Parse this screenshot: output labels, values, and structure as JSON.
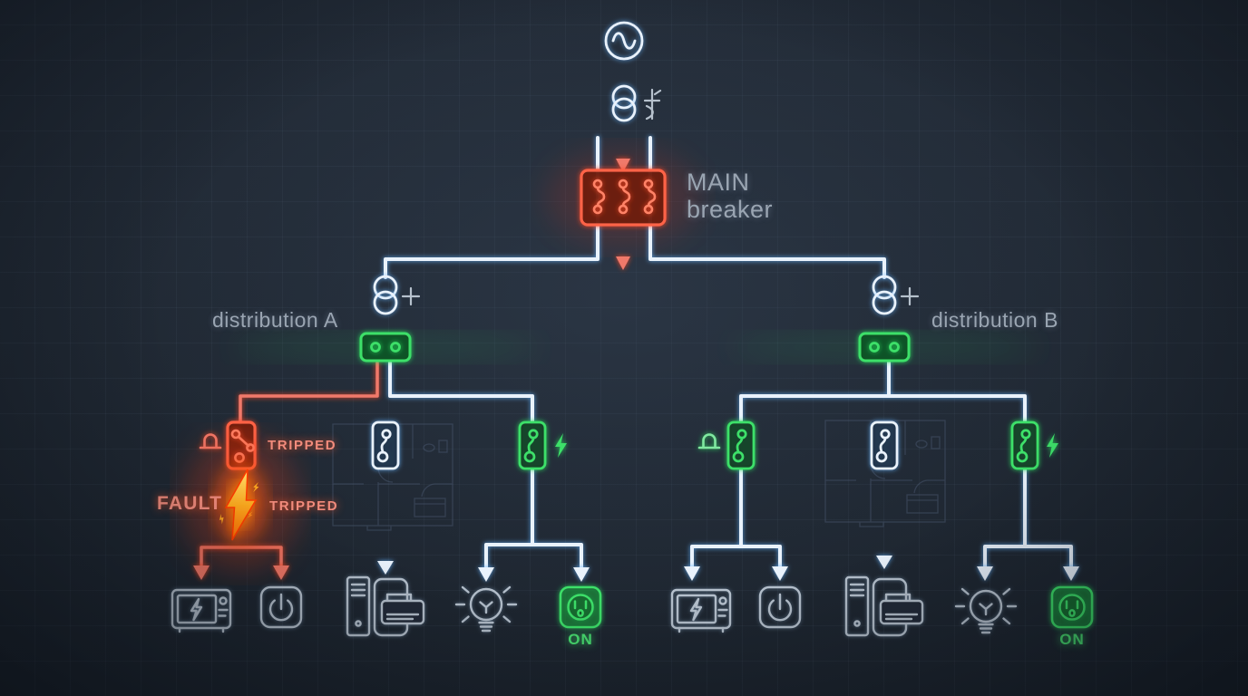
{
  "title": "electrical one-line diagram with fault on distribution A",
  "colors": {
    "background": "#222b37",
    "wire": "#e9f2fc",
    "wire_glow": "#66b5ff",
    "alert_red": "#f0796a",
    "breaker_red": "#ff6347",
    "green": "#3ce069",
    "label_gray": "#9aa5b2",
    "fault_orange": "#ff7a00",
    "fault_yellow": "#ffd84d",
    "appliance_gray": "#b6c1cd"
  },
  "source_chain": {
    "icons": [
      "ac-source-icon",
      "transformer-icon",
      "winding-symbol-icon"
    ]
  },
  "main_breaker": {
    "label_line1": "MAIN",
    "label_line2": "breaker",
    "icon": "main-breaker-icon",
    "state": "fault-red"
  },
  "distribution_a": {
    "label": "distribution A",
    "bus_color": "#3ce069",
    "feeders": [
      {
        "name": "feeder-a1",
        "breaker_state": "tripped",
        "breaker_status": "TRIPPED",
        "fault_label": "FAULT",
        "fault_status": "TRIPPED",
        "has_alarm": true,
        "loads": [
          "microwave-icon",
          "power-button-icon"
        ]
      },
      {
        "name": "feeder-a2",
        "breaker_state": "closed",
        "loads": [
          "computer-printer-icon"
        ]
      },
      {
        "name": "feeder-a3",
        "breaker_state": "on",
        "outlet_status": "ON",
        "loads": [
          "lightbulb-icon",
          "outlet-icon"
        ]
      }
    ]
  },
  "distribution_b": {
    "label": "distribution B",
    "bus_color": "#3ce069",
    "feeders": [
      {
        "name": "feeder-b1",
        "breaker_state": "on",
        "has_alarm": true,
        "loads": [
          "microwave-icon",
          "power-button-icon"
        ]
      },
      {
        "name": "feeder-b2",
        "breaker_state": "closed",
        "loads": [
          "computer-printer-icon"
        ]
      },
      {
        "name": "feeder-b3",
        "breaker_state": "on",
        "outlet_status": "ON",
        "loads": [
          "lightbulb-icon",
          "outlet-icon"
        ]
      }
    ]
  },
  "icons": {
    "ac-source-icon": "circle with sine wave",
    "transformer-icon": "two overlapping circles",
    "winding-symbol-icon": "small winding/ground glyph",
    "plus-icon": "+",
    "main-breaker-icon": "red box with three breaker poles",
    "bus-switch-icon": "green box, two dots joined by a bar",
    "breaker-closed-icon": "vertical box with dot-S-dot contact",
    "breaker-tripped-icon": "vertical box with open contact",
    "alarm-icon": "siren dome on base",
    "bolt-icon": "small lightning bolt",
    "fault-bolt-icon": "large glowing lightning bolt with sparks",
    "arrow-down-icon": "down arrow",
    "microwave-icon": "microwave oven outline with bolt on door",
    "power-button-icon": "rounded square with power symbol",
    "computer-printer-icon": "pc tower, tablet and printer",
    "lightbulb-icon": "bulb with rays",
    "outlet-icon": "green socket face",
    "floor-plan": "faint blueprint room outline"
  }
}
